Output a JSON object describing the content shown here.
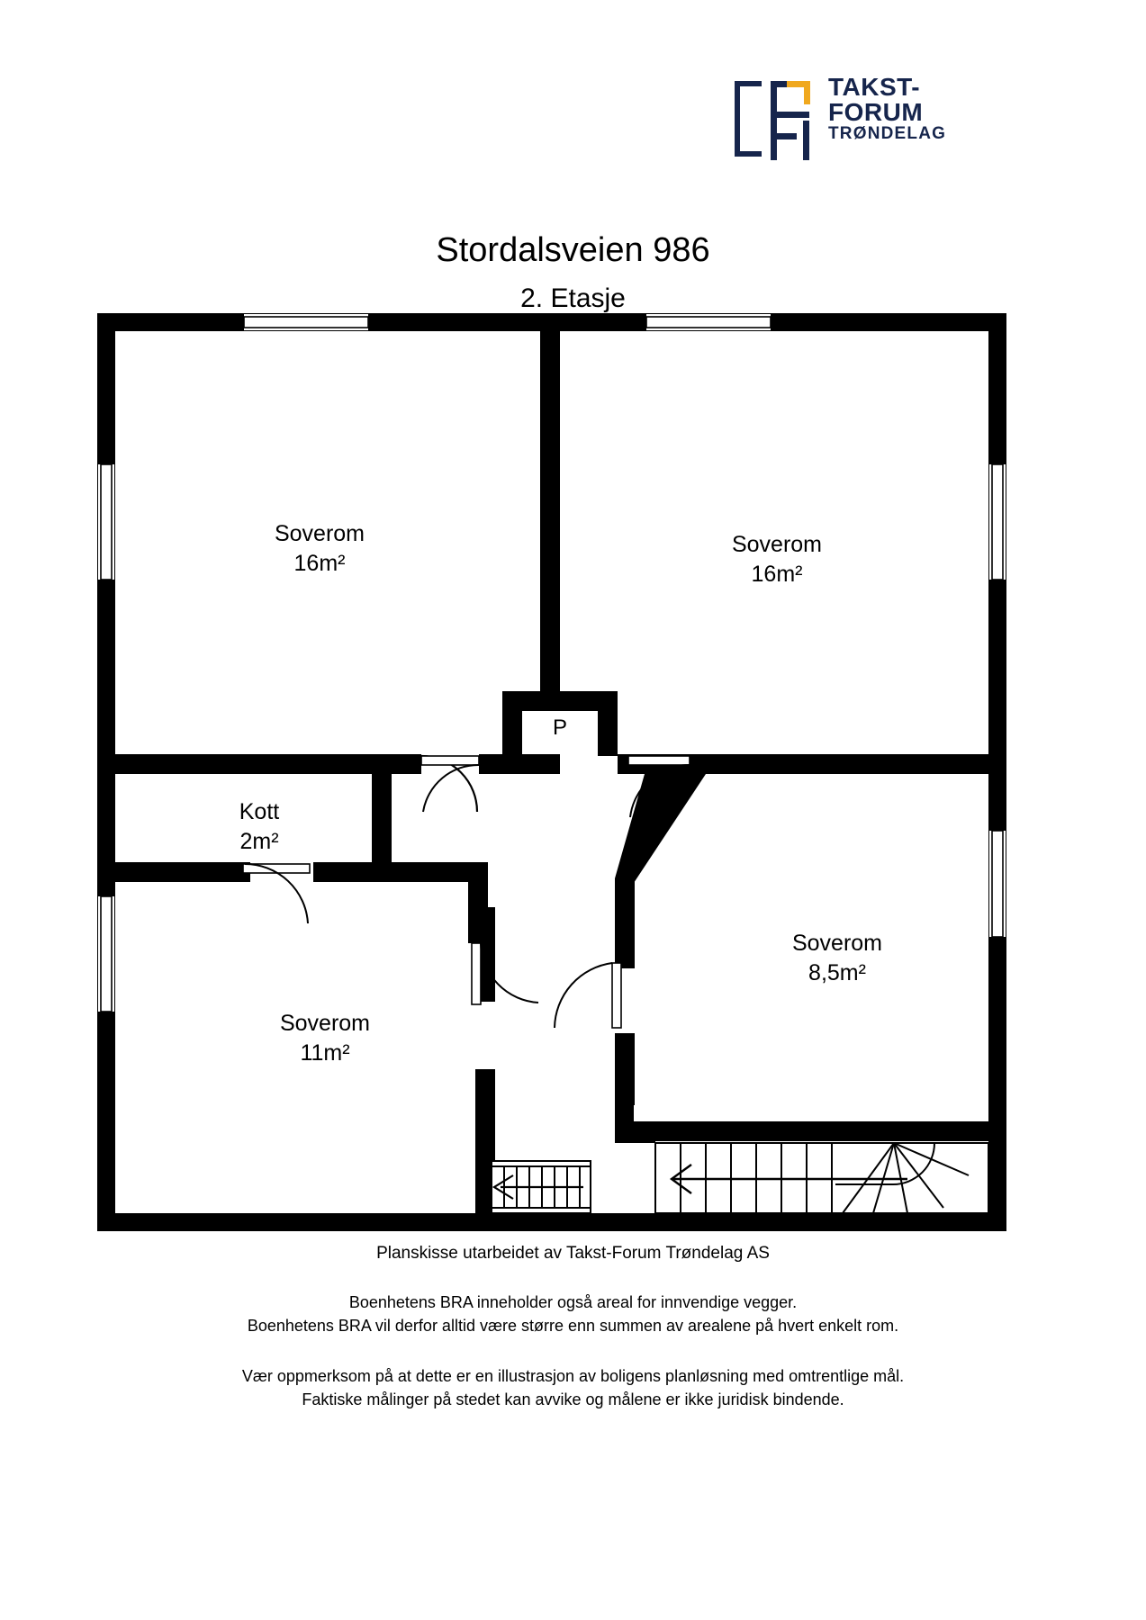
{
  "logo": {
    "line1": "TAKST-",
    "line2": "FORUM",
    "line3": "TRØNDELAG",
    "mark_color_dark": "#16254c",
    "mark_color_accent": "#f0a81e"
  },
  "title": "Stordalsveien 986",
  "subtitle": "2. Etasje",
  "floorplan": {
    "rooms": [
      {
        "id": "soverom-nw",
        "name": "Soverom",
        "area": "16m²"
      },
      {
        "id": "soverom-ne",
        "name": "Soverom",
        "area": "16m²"
      },
      {
        "id": "kott",
        "name": "Kott",
        "area": "2m²"
      },
      {
        "id": "soverom-se",
        "name": "Soverom",
        "area": "8,5m²"
      },
      {
        "id": "soverom-sw",
        "name": "Soverom",
        "area": "11m²"
      }
    ],
    "markers": [
      {
        "id": "p-closet",
        "label": "P"
      }
    ],
    "wall_color": "#000000",
    "fill_color": "#ffffff"
  },
  "footer": {
    "credit": "Planskisse utarbeidet av Takst-Forum Trøndelag AS",
    "bra_line1": "Boenhetens BRA inneholder også areal for innvendige vegger.",
    "bra_line2": "Boenhetens BRA vil derfor alltid være større enn summen av arealene på hvert enkelt rom.",
    "note_line1": "Vær oppmerksom på at dette er en illustrasjon av boligens planløsning med omtrentlige mål.",
    "note_line2": "Faktiske målinger på stedet kan avvike og målene er ikke juridisk bindende."
  }
}
